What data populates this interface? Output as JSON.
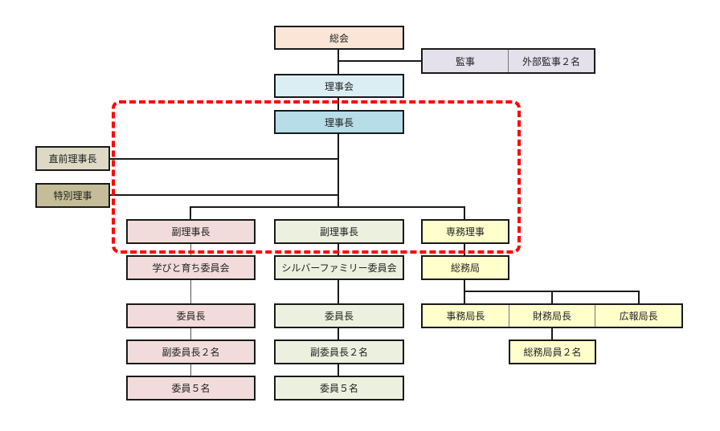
{
  "chart": {
    "top": {
      "general_assembly": "総会",
      "auditor": "監事",
      "external_auditors": "外部監事２名",
      "board": "理事会",
      "chairman": "理事長",
      "former_chairman": "直前理事長",
      "special_director": "特別理事"
    },
    "columns": [
      {
        "head": "副理事長",
        "committee": "学びと育ち委員会",
        "members": [
          "委員長",
          "副委員長２名",
          "委員５名"
        ]
      },
      {
        "head": "副理事長",
        "committee": "シルバーファミリー委員会",
        "members": [
          "委員長",
          "副委員長２名",
          "委員５名"
        ]
      },
      {
        "head": "専務理事",
        "committee": "総務局",
        "bureau_heads": [
          "事務局長",
          "財務局長",
          "広報局長"
        ],
        "bureau_staff": "総務局員２名"
      }
    ],
    "colors": {
      "highlight_dash": "#ff0000",
      "general_assembly": "#fbe5d6",
      "auditor": "#e4e0ec",
      "board": "#dbeef4",
      "chairman": "#b6dde8",
      "former_chairman": "#ddd9c4",
      "special_director": "#c4bd97",
      "column1": "#f2dcdb",
      "column2": "#ebf1de",
      "column3": "#ffffcc"
    }
  }
}
